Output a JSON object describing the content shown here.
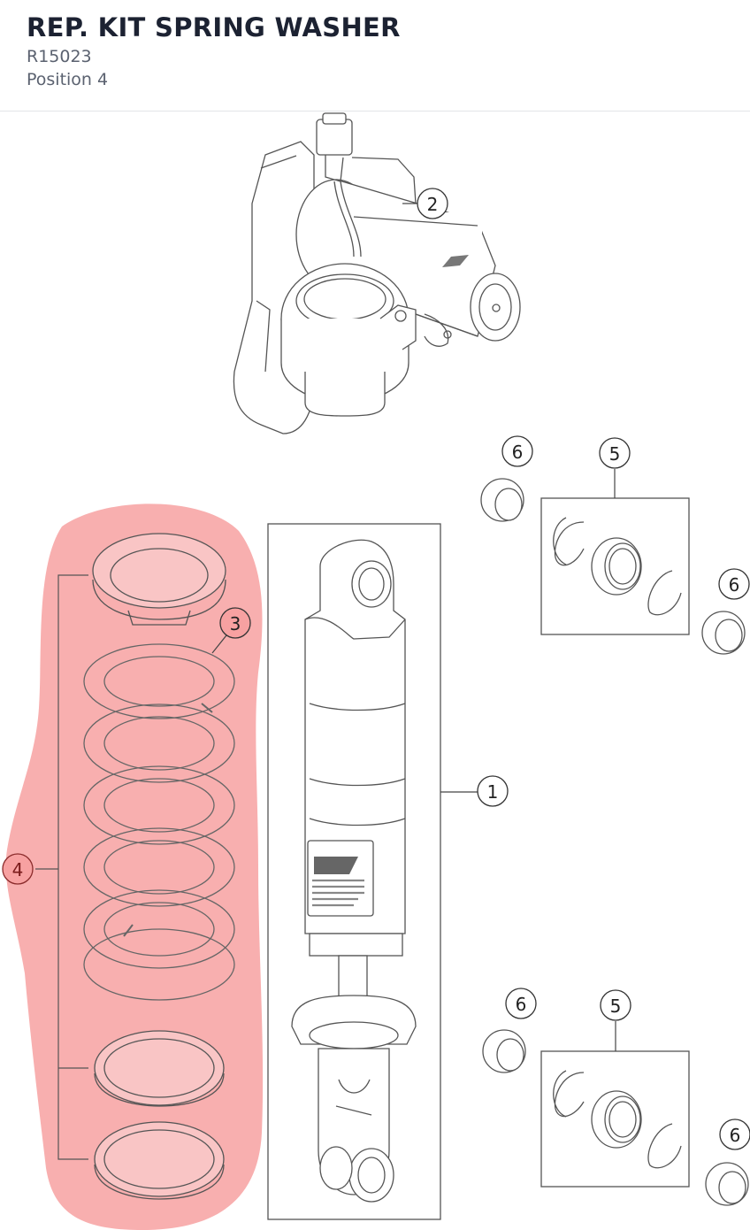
{
  "header": {
    "title": "REP. KIT SPRING WASHER",
    "part_number": "R15023",
    "position": "Position 4"
  },
  "diagram": {
    "highlight_color": "#f7a1a1",
    "callouts": [
      {
        "id": "c2",
        "label": "2"
      },
      {
        "id": "c6a",
        "label": "6"
      },
      {
        "id": "c5a",
        "label": "5"
      },
      {
        "id": "c6b",
        "label": "6"
      },
      {
        "id": "c3",
        "label": "3"
      },
      {
        "id": "c1",
        "label": "1"
      },
      {
        "id": "c4",
        "label": "4",
        "highlighted": true
      },
      {
        "id": "c6c",
        "label": "6"
      },
      {
        "id": "c5b",
        "label": "5"
      },
      {
        "id": "c6d",
        "label": "6"
      }
    ]
  }
}
